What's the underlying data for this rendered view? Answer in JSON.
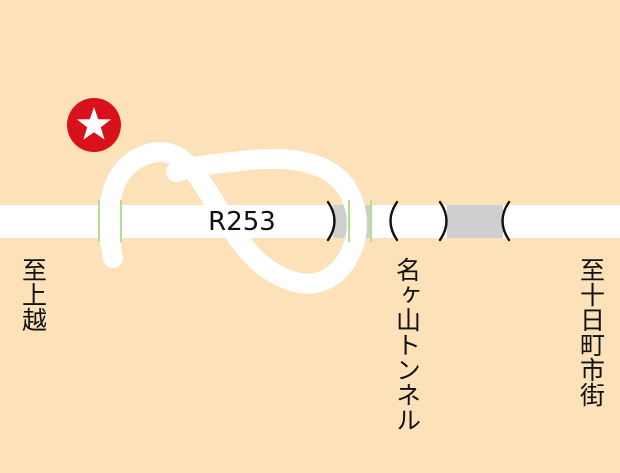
{
  "colors": {
    "background": "#fde1b9",
    "road": "#ffffff",
    "tunnel": "#cfcfcf",
    "ramp_edge": "#b7dd8e",
    "marker": "#d9111a",
    "marker_star": "#ffffff",
    "text": "#111111"
  },
  "road": {
    "label": "R253"
  },
  "destinations": {
    "west": "至上越",
    "east": "至十日町市街"
  },
  "tunnel": {
    "name": "名ヶ山トンネル"
  },
  "marker": {
    "icon": "star-icon"
  }
}
